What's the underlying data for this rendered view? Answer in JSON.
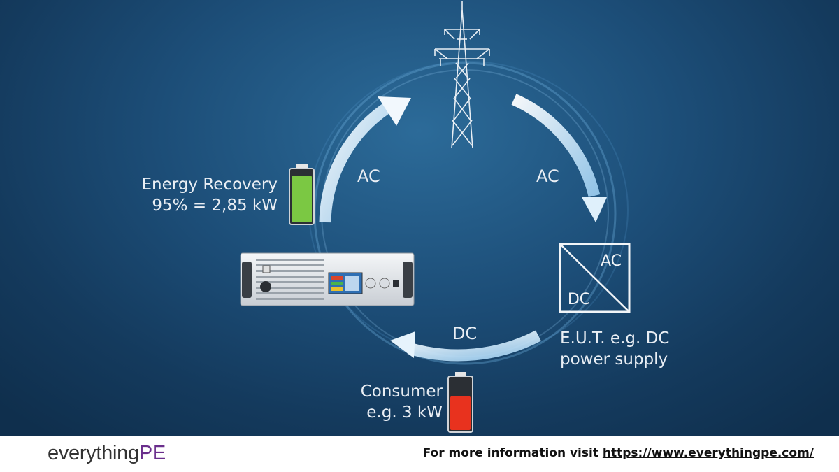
{
  "flows": {
    "ac_left": "AC",
    "ac_right": "AC",
    "dc_bottom": "DC"
  },
  "converter": {
    "top_label": "AC",
    "bottom_label": "DC"
  },
  "energy_recovery": {
    "line1": "Energy Recovery",
    "line2": "95% = 2,85 kW",
    "battery_level": 0.9,
    "battery_color": "#7bc843"
  },
  "eut": {
    "line1": "E.U.T. e.g. DC",
    "line2": "power supply"
  },
  "consumer": {
    "line1": "Consumer",
    "line2": "e.g. 3 kW",
    "battery_level": 0.65,
    "battery_color": "#e8321e"
  },
  "footer": {
    "brand_main": "everything",
    "brand_accent": "PE",
    "info_text": "For more information visit ",
    "info_link": "https://www.everythingpe.com/"
  },
  "colors": {
    "background": "#1c4d77",
    "arrow": "#cfe6f7",
    "brand_accent": "#6a2e8c"
  }
}
